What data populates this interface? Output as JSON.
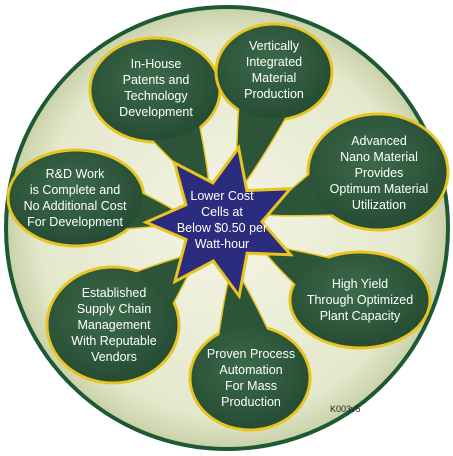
{
  "colors": {
    "disc_fill": "#e9ecd6",
    "disc_edge": "#1d5a34",
    "petal_fill": "#2f5b3e",
    "petal_outline": "#e8c420",
    "star_fill": "#2b2c7e",
    "star_outline": "#e8c420",
    "text": "#ffffff"
  },
  "center": {
    "lines": [
      "Lower Cost",
      "Cells at",
      "Below $0.50 per",
      "Watt-hour"
    ]
  },
  "petals": [
    {
      "id": "in-house-patents",
      "lines": [
        "In-House",
        "Patents and",
        "Technology",
        "Development"
      ]
    },
    {
      "id": "vertically-integrated",
      "lines": [
        "Vertically",
        "Integrated",
        "Material",
        "Production"
      ]
    },
    {
      "id": "advanced-nano",
      "lines": [
        "Advanced",
        "Nano Material",
        "Provides",
        "Optimum Material",
        "Utilization"
      ]
    },
    {
      "id": "high-yield",
      "lines": [
        "High Yield",
        "Through Optimized",
        "Plant Capacity"
      ]
    },
    {
      "id": "proven-process",
      "lines": [
        "Proven Process",
        "Automation",
        "For Mass",
        "Production"
      ]
    },
    {
      "id": "supply-chain",
      "lines": [
        "Established",
        "Supply Chain",
        "Management",
        "With Reputable",
        "Vendors"
      ]
    },
    {
      "id": "rnd-work",
      "lines": [
        "R&D Work",
        "is Complete and",
        "No Additional Cost",
        "For  Development"
      ]
    }
  ],
  "doc_code": "K003v5"
}
